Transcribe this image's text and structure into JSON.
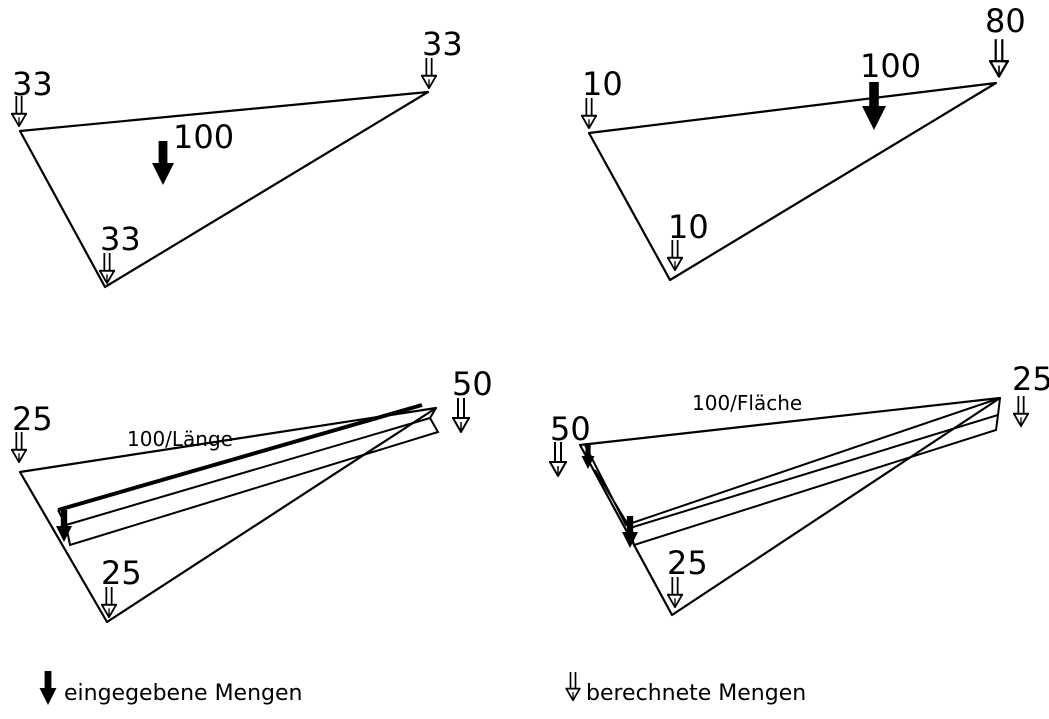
{
  "panels": [
    {
      "id": "top-left",
      "mode": "point",
      "input": {
        "value": "100"
      },
      "outputs": [
        {
          "value": "33"
        },
        {
          "value": "33"
        },
        {
          "value": "33"
        }
      ]
    },
    {
      "id": "top-right",
      "mode": "point",
      "input": {
        "value": "100"
      },
      "outputs": [
        {
          "value": "10"
        },
        {
          "value": "80"
        },
        {
          "value": "10"
        }
      ]
    },
    {
      "id": "bottom-left",
      "mode": "line",
      "input": {
        "value": "100/Länge"
      },
      "outputs": [
        {
          "value": "25"
        },
        {
          "value": "50"
        },
        {
          "value": "25"
        }
      ]
    },
    {
      "id": "bottom-right",
      "mode": "area",
      "input": {
        "value": "100/Fläche"
      },
      "outputs": [
        {
          "value": "50"
        },
        {
          "value": "25"
        },
        {
          "value": "25"
        }
      ]
    }
  ],
  "legend": {
    "input_label": "eingegebene Mengen",
    "computed_label": "berechnete Mengen"
  }
}
